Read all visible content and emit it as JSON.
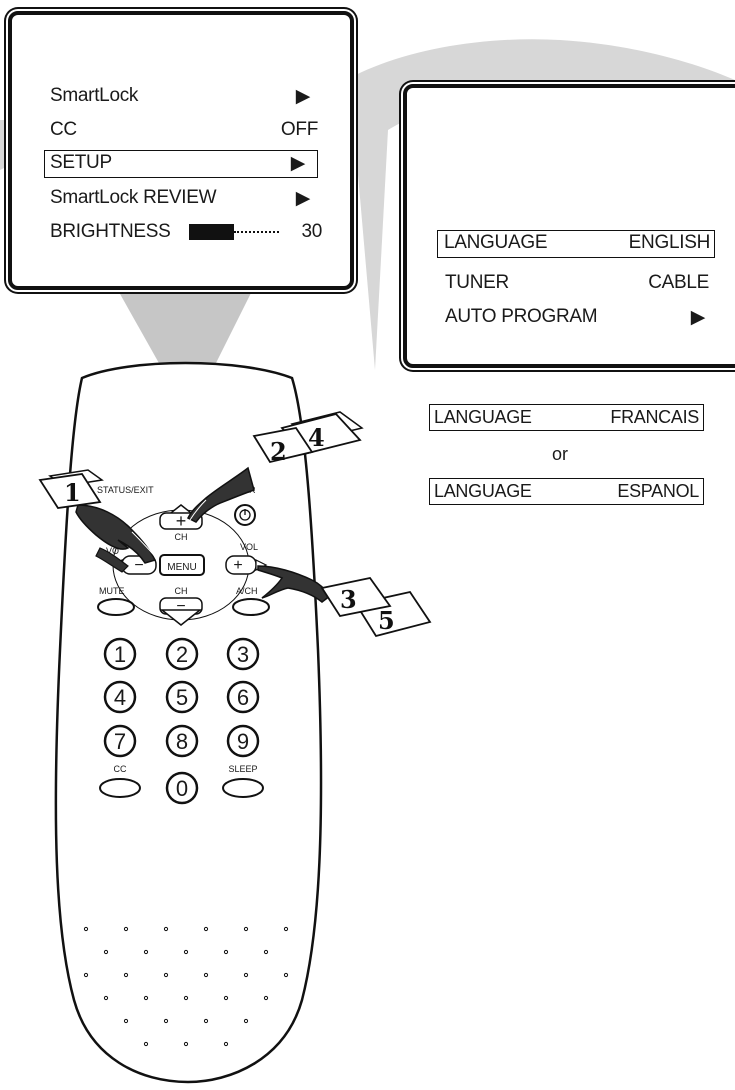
{
  "menu_screen": {
    "items": [
      {
        "label": "SmartLock",
        "value": "▶"
      },
      {
        "label": "CC",
        "value": "OFF"
      },
      {
        "label": "SETUP",
        "value": "▶"
      },
      {
        "label": "SmartLock REVIEW",
        "value": "▶"
      },
      {
        "label": "BRIGHTNESS",
        "value": "30"
      }
    ],
    "selected_item": "SETUP",
    "brightness_level": 0.5
  },
  "setup_screen": {
    "items": [
      {
        "label": "LANGUAGE",
        "value": "ENGLISH"
      },
      {
        "label": "TUNER",
        "value": "CABLE"
      },
      {
        "label": "AUTO PROGRAM",
        "value": "▶"
      }
    ],
    "selected_item": "LANGUAGE"
  },
  "language_options": {
    "option1": {
      "label": "LANGUAGE",
      "value": "FRANCAIS"
    },
    "or_text": "or",
    "option2": {
      "label": "LANGUAGE",
      "value": "ESPANOL"
    }
  },
  "remote": {
    "status_exit": "STATUS/EXIT",
    "power": "ER",
    "ch_top": "CH",
    "vol_left": "VO",
    "menu": "MENU",
    "vol_right": "VOL",
    "mute": "MUTE",
    "ch_bottom": "CH",
    "ach": "A/CH",
    "digits": [
      "1",
      "2",
      "3",
      "4",
      "5",
      "6",
      "7",
      "8",
      "9",
      "0"
    ],
    "cc": "CC",
    "sleep": "SLEEP"
  },
  "steps": {
    "s1": "1",
    "s2": "2",
    "s3": "3",
    "s4": "4",
    "s5": "5"
  }
}
